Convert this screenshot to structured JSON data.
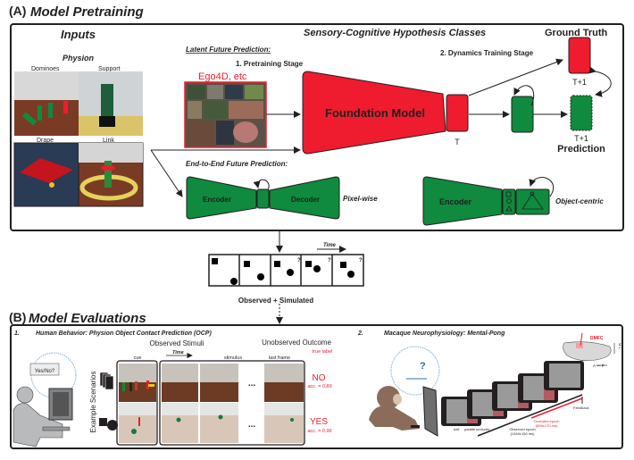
{
  "panel_a": {
    "label": "(A)",
    "title": "Model Pretraining",
    "inputs": {
      "title": "Inputs",
      "dataset": "Physion",
      "scenarios": [
        "Dominoes",
        "Support",
        "Drape",
        "Link"
      ]
    },
    "hypothesis_title": "Sensory-Cognitive Hypothesis Classes",
    "latent": {
      "heading": "Latent Future Prediction:",
      "stage1": "1. Pretraining Stage",
      "dataset_label": "Ego4D, etc",
      "model_label": "Foundation Model",
      "t_label": "T",
      "stage2": "2. Dynamics Training Stage",
      "ground_truth": "Ground Truth",
      "gt_t": "T+1",
      "pred_t": "T+1",
      "prediction": "Prediction"
    },
    "end_to_end": {
      "heading": "End-to-End Future Prediction:",
      "encoder": "Encoder",
      "decoder": "Decoder",
      "pixel_wise": "Pixel-wise",
      "obj_encoder": "Encoder",
      "object_centric": "Object-centric"
    },
    "rollout": {
      "time_label": "Time",
      "question_mark": "?",
      "caption": "Observed + Simulated"
    }
  },
  "panel_b": {
    "label": "(B)",
    "title": "Model Evaluations",
    "human": {
      "number": "1.",
      "title": "Human Behavior: Physion Object Contact Prediction (OCP)",
      "speech": "Yes/No?",
      "observed": "Observed Stimuli",
      "time_label": "Time",
      "unobserved": "Unobserved Outcome",
      "true_label": "true label",
      "cue": "cue",
      "stimulus": "stimulus",
      "last_frame": "last frame",
      "example_scenarios": "Example Scenarios",
      "ellipsis": "...",
      "rows": [
        {
          "answer": "NO",
          "acc": "acc. = 0.89"
        },
        {
          "answer": "YES",
          "acc": "acc. = 0.96"
        }
      ]
    },
    "macaque": {
      "number": "2.",
      "title": "Macaque Neurophysiology: Mental-Pong",
      "area": "DMFC",
      "axis_ml": "M   L",
      "axis_ap": "A — P",
      "labels": [
        "ball",
        "paddle",
        "occluder"
      ],
      "observed_epoch": "Observed epoch",
      "observed_time": "(1340±150 ms)",
      "occluded_epoch": "Occluded epoch",
      "occluded_time": "(895±170 ms)",
      "feedback": "Feedback"
    }
  },
  "colors": {
    "red": "#ee1c2e",
    "green": "#0f8a3e",
    "dark": "#231f20"
  }
}
